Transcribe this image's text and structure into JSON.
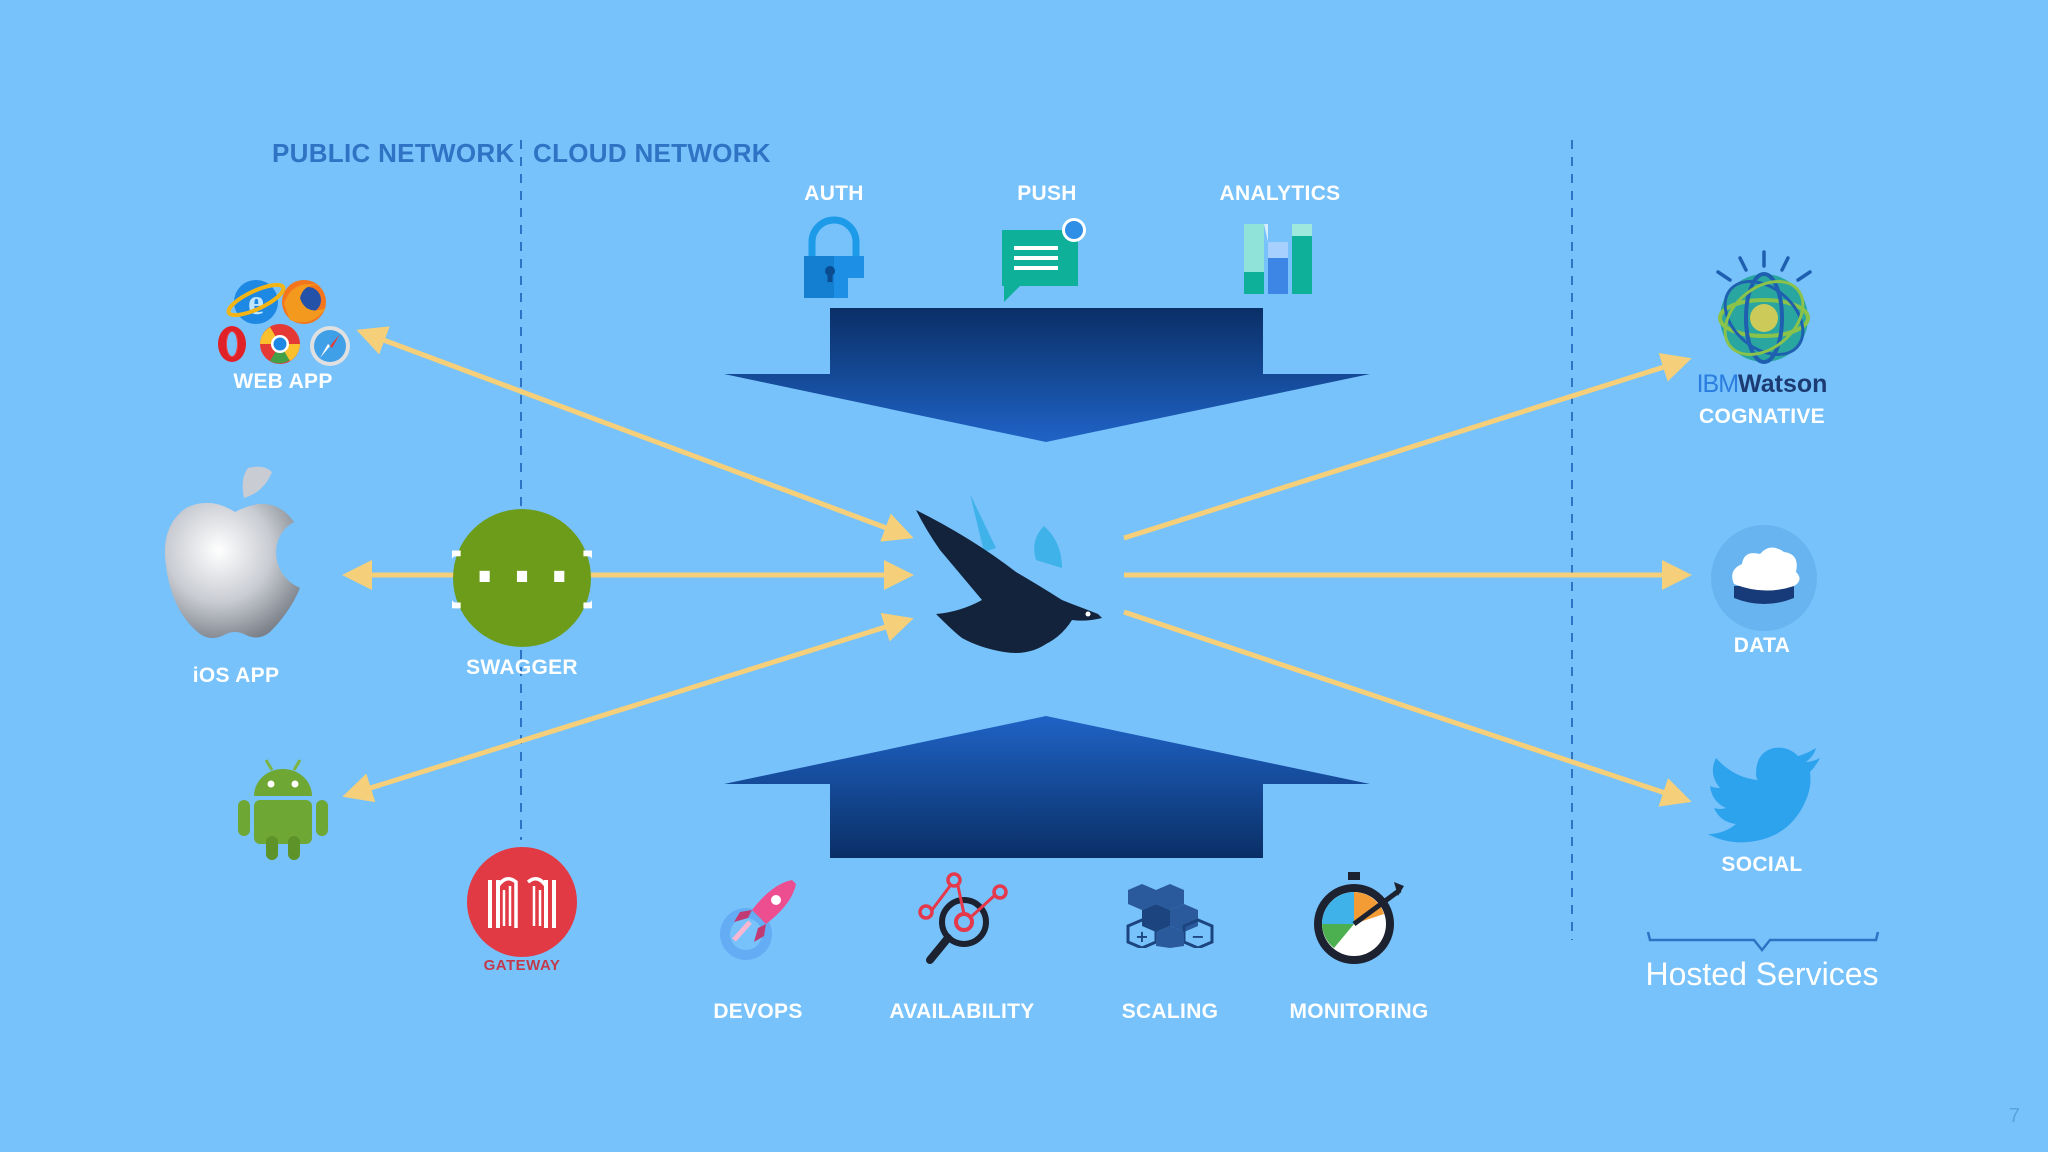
{
  "networks": {
    "public": "PUBLIC NETWORK",
    "cloud": "CLOUD NETWORK"
  },
  "top_services": [
    {
      "label": "AUTH",
      "icon": "lock-icon"
    },
    {
      "label": "PUSH",
      "icon": "chat-notification-icon"
    },
    {
      "label": "ANALYTICS",
      "icon": "bar-chart-icon"
    }
  ],
  "bottom_services": [
    {
      "label": "DEVOPS",
      "icon": "rocket-icon"
    },
    {
      "label": "AVAILABILITY",
      "icon": "network-magnifier-icon"
    },
    {
      "label": "SCALING",
      "icon": "cubes-icon"
    },
    {
      "label": "MONITORING",
      "icon": "stopwatch-icon"
    }
  ],
  "clients": [
    {
      "label": "WEB APP",
      "icon": "browsers-icon"
    },
    {
      "label": "iOS APP",
      "icon": "apple-icon"
    },
    {
      "label": "",
      "icon": "android-icon"
    }
  ],
  "middle": {
    "swagger": "SWAGGER",
    "gateway": "GATEWAY",
    "center_icon": "swift-bird-icon"
  },
  "hosted_services": {
    "watson_ibm": "IBM",
    "watson_name": "Watson",
    "items": [
      {
        "label": "COGNATIVE",
        "icon": "watson-globe-icon"
      },
      {
        "label": "DATA",
        "icon": "cloud-data-icon"
      },
      {
        "label": "SOCIAL",
        "icon": "twitter-bird-icon"
      }
    ],
    "caption": "Hosted Services"
  },
  "page_number": "7",
  "colors": {
    "background": "#77c2fb",
    "arrow": "#f5cf7a",
    "header_text": "#2f73c4",
    "big_arrow_dark": "#0a3a78",
    "swagger_green": "#6c9c1a",
    "gateway_red": "#e23a44"
  }
}
